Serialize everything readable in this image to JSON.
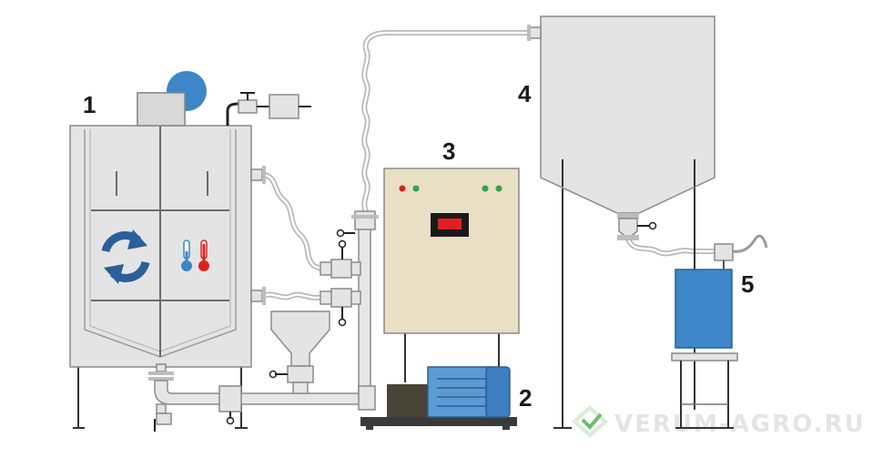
{
  "labels": {
    "tank": "1",
    "pump": "2",
    "panel": "3",
    "hopper": "4",
    "container": "5"
  },
  "watermark": {
    "text": "VERUM-AGRO.RU"
  },
  "colors": {
    "steel": "#e4e4e4",
    "outline": "#8a8a8a",
    "blue": "#3d86c8",
    "panel": "#e8dfc4",
    "display": "#e02020",
    "led_red": "#e02020",
    "led_green": "#2aa84a",
    "motor_dark": "#4a4436",
    "base": "#3a3a3a",
    "logo_green": "#4caf50"
  },
  "icons": [
    "rotation-icon",
    "thermometer-cold-icon",
    "thermometer-hot-icon",
    "fan-icon",
    "verum-logo-icon"
  ]
}
